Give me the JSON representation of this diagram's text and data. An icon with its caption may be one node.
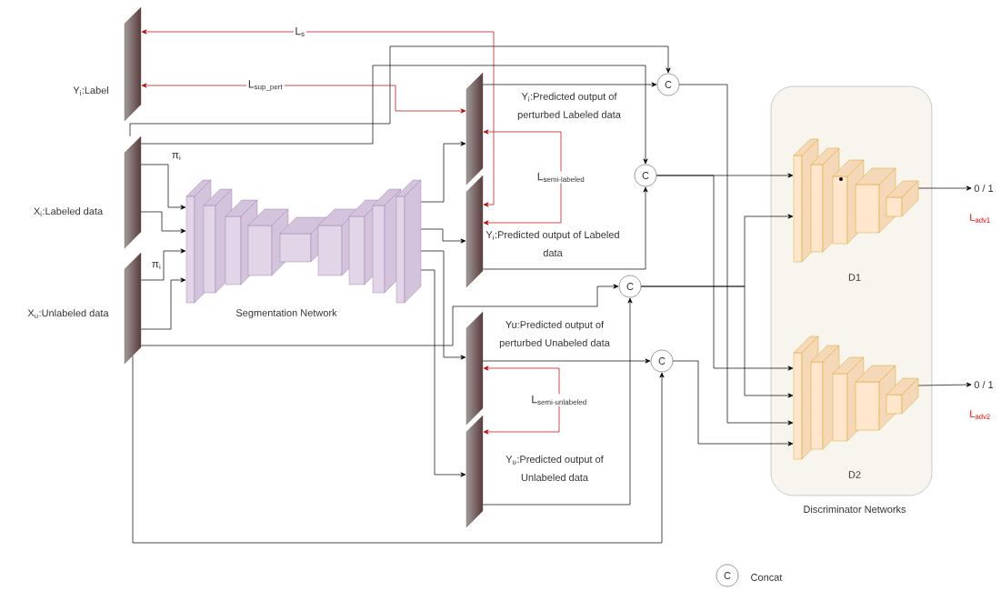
{
  "diagram": {
    "nodes": [
      {
        "text": [
          "Y$_{i}$:Label"
        ]
      },
      {
        "text": [
          "X$_{i}$:Labeled data"
        ]
      },
      {
        "text": [
          "X$_{u}$:Unlabeled data"
        ]
      },
      {
        "text": [
          "Segmentation Network"
        ]
      },
      {
        "text": [
          "Y$_{i}$:Predicted output of perturbed Labeled data"
        ]
      },
      {
        "text": [
          "Y$_{i}$:Predicted output of Labeled data"
        ]
      },
      {
        "text": [
          "Yu:Predicted output of perturbed Unabeled data"
        ]
      },
      {
        "text": [
          "Y$_{u}$:Predicted output of Unlabeled data"
        ]
      },
      {
        "text": [
          "C"
        ]
      },
      {
        "text": [
          "C"
        ]
      },
      {
        "text": [
          "C"
        ]
      },
      {
        "text": [
          "C"
        ]
      },
      {
        "text": [
          "Discriminator Networks"
        ]
      },
      {
        "text": [
          "D1"
        ],
        "in": 12
      },
      {
        "text": [
          "D2"
        ],
        "in": 12
      },
      {
        "text": [
          "0 / 1"
        ],
        "beside": [
          "\\mathrm{L}_{\\text{adv1}}"
        ]
      },
      {
        "text": [
          "0 / 1"
        ],
        "beside": [
          "\\mathrm{L}_{\\text{adv2}}"
        ]
      }
    ],
    "edges": [
      {
        "from": 1,
        "to": 3,
        "arrow": "to",
        "label": "π$_{i}$"
      },
      {
        "from": 1,
        "to": 3,
        "arrow": "to"
      },
      {
        "from": 2,
        "to": 3,
        "arrow": "to",
        "label": "π$_{i}$"
      },
      {
        "from": 2,
        "to": 3,
        "arrow": "to"
      },
      {
        "from": 1,
        "to": 8,
        "arrow": "to"
      },
      {
        "from": 1,
        "to": 9,
        "arrow": "to"
      },
      {
        "from": 4,
        "to": 8,
        "arrow": "to"
      },
      {
        "from": 5,
        "to": 9,
        "arrow": "to"
      },
      {
        "from": 2,
        "to": 10,
        "arrow": "to"
      },
      {
        "from": 6,
        "to": 11,
        "arrow": "to"
      },
      {
        "from": 7,
        "to": 10,
        "arrow": "to"
      },
      {
        "from": 2,
        "to": 11,
        "arrow": "to"
      },
      {
        "from": 8,
        "to": 14,
        "arrow": "to"
      },
      {
        "from": 9,
        "to": 13,
        "arrow": "to"
      },
      {
        "from": 9,
        "to": 14,
        "arrow": "to"
      },
      {
        "from": 10,
        "to": 13,
        "arrow": "to"
      },
      {
        "from": 10,
        "to": 14,
        "arrow": "to"
      },
      {
        "from": 11,
        "to": 14,
        "arrow": "to"
      },
      {
        "from": 13,
        "to": 15,
        "arrow": "to"
      },
      {
        "from": 14,
        "to": 16,
        "arrow": "to"
      },
      {
        "from": 5,
        "to": 0,
        "arrow": "both",
        "label": "\\mathrm{L}_{\\text{s}}",
        "color": "#b20000"
      },
      {
        "from": 0,
        "to": 4,
        "arrow": "both",
        "label": "\\mathrm{L}_{\\text{sup\\_pert}}",
        "color": "#b20000"
      },
      {
        "from": 4,
        "to": 5,
        "arrow": "both",
        "label": "\\mathrm{L}_{\\text{semi-labeled}}",
        "color": "#b20000"
      },
      {
        "from": 6,
        "to": 7,
        "arrow": "both",
        "label": "\\mathrm{L}_{\\text{semi-unlabeled}}",
        "color": "#b20000"
      },
      {
        "from": 3,
        "to": 4,
        "arrow": "to"
      },
      {
        "from": 3,
        "to": 5,
        "arrow": "to"
      },
      {
        "from": 3,
        "to": 6,
        "arrow": "to"
      },
      {
        "from": 3,
        "to": 7,
        "arrow": "to"
      }
    ],
    "labels": [
      "C"
    ],
    "legend": [
      {
        "text": "Concat"
      }
    ]
  }
}
